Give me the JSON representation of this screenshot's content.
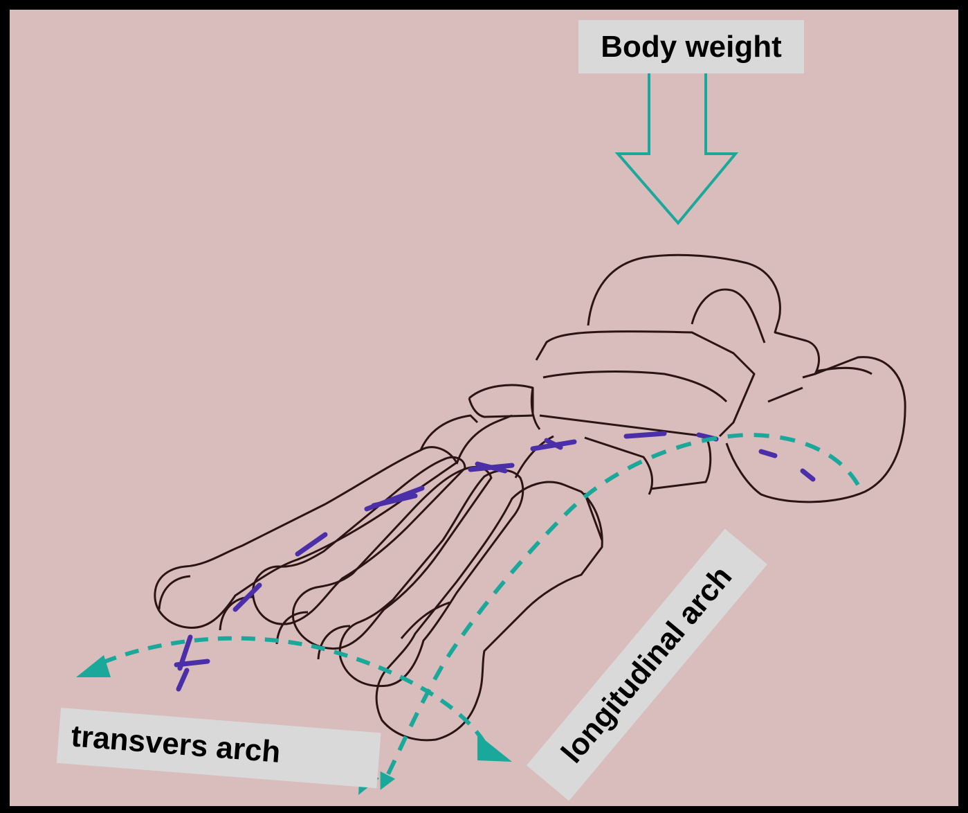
{
  "labels": {
    "body_weight": "Body weight",
    "longitudinal_arch": "longitudinal arch",
    "transverse_arch": "transvers arch"
  },
  "colors": {
    "frame": "#000000",
    "paper": "#d9bcbc",
    "arrow": "#1aa89a",
    "bone_outline": "#2a1414",
    "ink_marks": "#4a2fa8",
    "label_box": "#d9d9d9"
  },
  "icons": {
    "body_weight_arrow": "down-arrow-outline-icon",
    "longitudinal_arrow": "curved-dashed-arrow-icon",
    "transverse_arrow": "curved-dashed-arrow-icon"
  }
}
